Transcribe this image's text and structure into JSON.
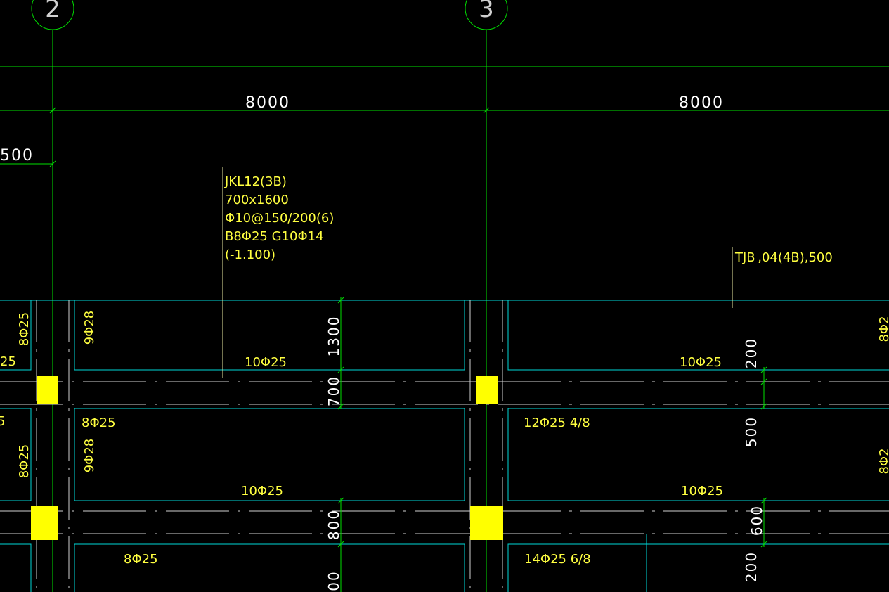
{
  "colors": {
    "background": "#000000",
    "axis": "#00e000",
    "beam_edge": "#00d8d8",
    "note": "#ffff40",
    "dim": "#ffffff",
    "column": "#ffff00",
    "center_line": "#d0d0d0",
    "leader": "#e8e8a0"
  },
  "axes": {
    "label_2": "2",
    "label_3": "3"
  },
  "dimensions": {
    "span_2_3": "8000",
    "span_3_4": "8000",
    "left_partial": "500",
    "h_1300": "1300",
    "h_700": "700",
    "h_800": "800",
    "h_bottom": "00",
    "r_200_top": "200",
    "r_500": "500",
    "r_600": "600",
    "r_200_bottom": "200"
  },
  "beam_note": {
    "line1": "JKL12(3B)",
    "line2": "700x1600",
    "line3": "Φ10@150/200(6)",
    "line4": "B8Φ25  G10Φ14",
    "line5": "(-1.100)"
  },
  "tjb_note": "TJB ,04(4B),500",
  "rebar": {
    "left_top_vert": "8Φ25",
    "left_top_frag": "25",
    "b1_vert": "9Φ28",
    "b1_bottom": "10Φ25",
    "b2_top": "8Φ25",
    "b2_vert": "9Φ28",
    "b2_bottom": "10Φ25",
    "b3_top": "8Φ25",
    "left_mid_frag": "5",
    "left_mid_vert": "8Φ25",
    "r1_bottom": "10Φ25",
    "r2_top": "12Φ25 4/8",
    "r2_bottom": "10Φ25",
    "r3_top": "14Φ25 6/8",
    "edge_vert_1": "8Φ2",
    "edge_vert_2": "8Φ2"
  }
}
